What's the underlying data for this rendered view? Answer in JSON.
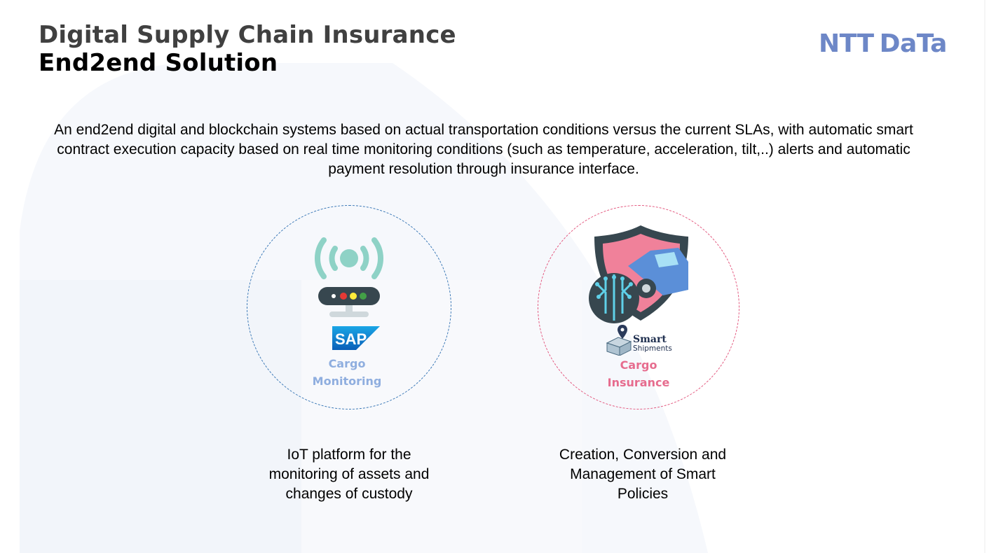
{
  "title": {
    "line1": "Digital Supply Chain Insurance",
    "line2": "End2end Solution"
  },
  "logo": {
    "part1": "NTT",
    "part2": "DaTa",
    "color": "#6d87c7"
  },
  "intro": "An end2end digital and blockchain systems based on actual transportation conditions versus the current SLAs, with automatic smart contract execution capacity based on real time monitoring conditions (such as temperature, acceleration, tilt,..) alerts and automatic payment resolution through insurance interface.",
  "left_module": {
    "label_line1": "Cargo",
    "label_line2": "Monitoring",
    "sap_text": "SAP",
    "description": "IoT platform for the monitoring of assets and changes of custody",
    "icon": "iot-sensor-icon",
    "accent": "#3a78b6"
  },
  "right_module": {
    "label_line1": "Cargo",
    "label_line2": "Insurance",
    "brand_line1": "Smart",
    "brand_line2": "Shipments",
    "description": "Creation, Conversion and Management of Smart Policies",
    "icon": "shield-truck-icon",
    "accent": "#e3577e"
  }
}
